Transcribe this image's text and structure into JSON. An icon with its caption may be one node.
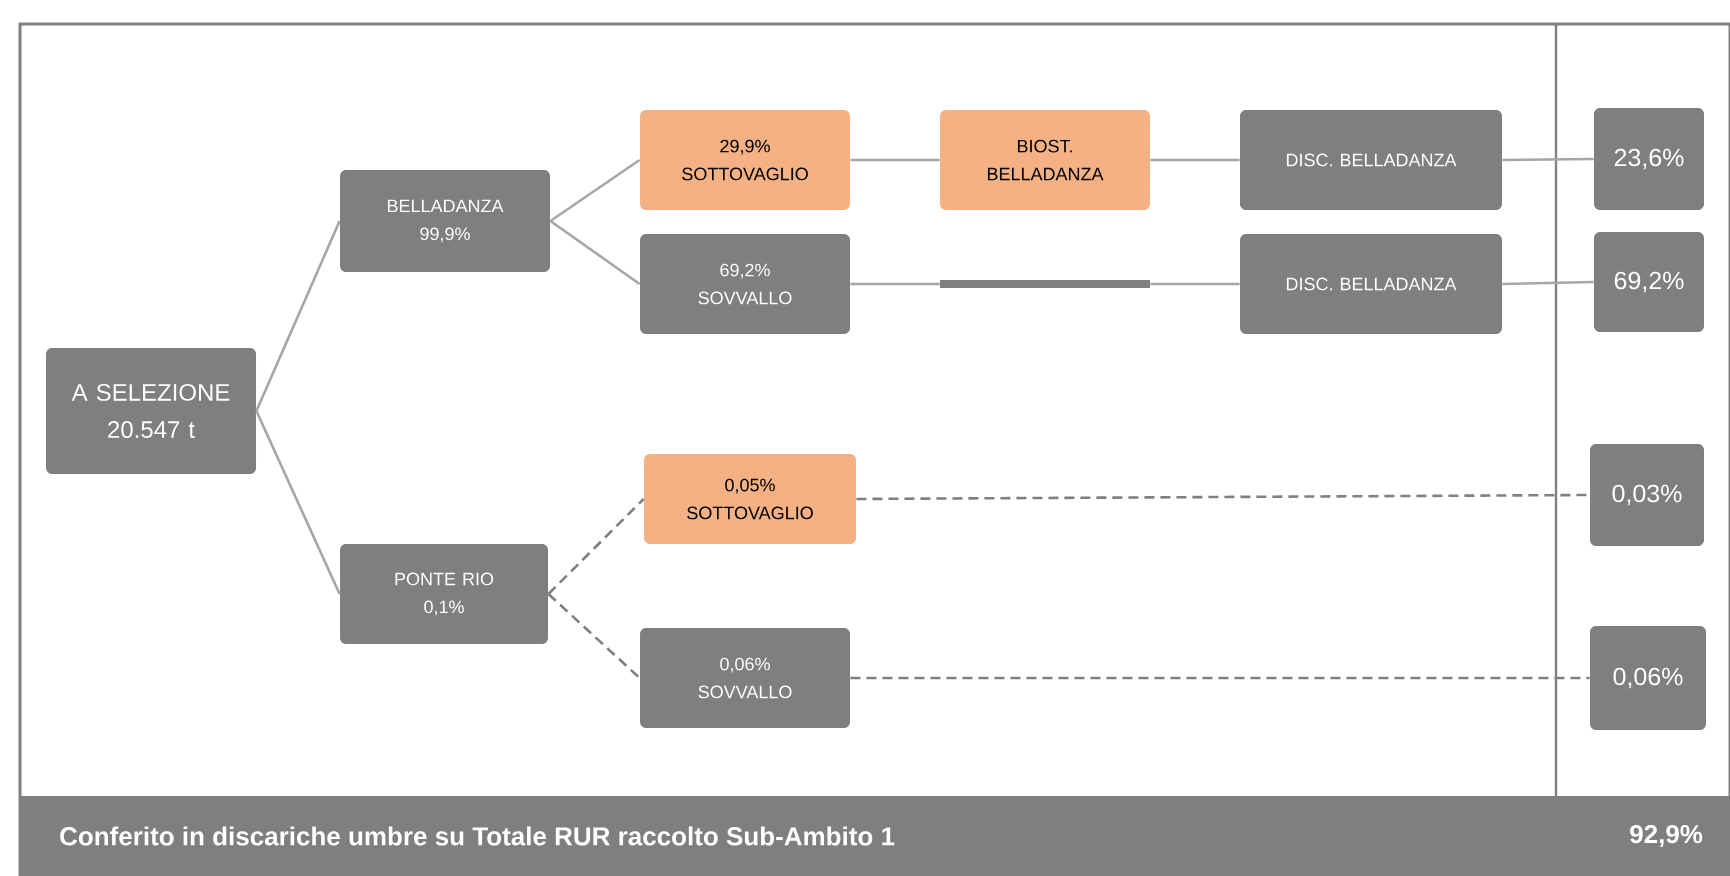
{
  "diagram": {
    "nodes": [
      {
        "text": [
          "A SELEZIONE",
          "20.547 t"
        ]
      },
      {
        "text": [
          "BELLADANZA",
          "99,9%"
        ]
      },
      {
        "text": [
          "29,9%",
          "SOTTOVAGLIO"
        ]
      },
      {
        "text": [
          "BIOST. BELLADANZA"
        ]
      },
      {
        "text": [
          "DISC. BELLADANZA"
        ]
      },
      {
        "text": [
          "23,6%"
        ]
      },
      {
        "text": [
          "69,2%",
          "SOVVALLO"
        ]
      },
      {
        "text": [],
        "shape": "bar"
      },
      {
        "text": [
          "DISC. BELLADANZA"
        ]
      },
      {
        "text": [
          "69,2%"
        ]
      },
      {
        "text": [
          "PONTE RIO",
          "0,1%"
        ]
      },
      {
        "text": [
          "0,05%",
          "SOTTOVAGLIO"
        ]
      },
      {
        "text": [
          "0,03%"
        ]
      },
      {
        "text": [
          "0,06%",
          "SOVVALLO"
        ]
      },
      {
        "text": [
          "0,06%"
        ]
      },
      {
        "text": [
          "Conferito in discariche umbre su Totale RUR raccolto Sub-Ambito 1",
          "92,9%"
        ]
      }
    ],
    "edges": [
      {
        "from": 0,
        "to": 1,
        "arrow": "none"
      },
      {
        "from": 0,
        "to": 10,
        "arrow": "none"
      },
      {
        "from": 1,
        "to": 2,
        "arrow": "none"
      },
      {
        "from": 1,
        "to": 6,
        "arrow": "none"
      },
      {
        "from": 2,
        "to": 3,
        "arrow": "none"
      },
      {
        "from": 3,
        "to": 4,
        "arrow": "none"
      },
      {
        "from": 4,
        "to": 5,
        "arrow": "none"
      },
      {
        "from": 6,
        "to": 7,
        "arrow": "none"
      },
      {
        "from": 7,
        "to": 8,
        "arrow": "none"
      },
      {
        "from": 8,
        "to": 9,
        "arrow": "none"
      },
      {
        "from": 10,
        "to": 11,
        "arrow": "none",
        "style": "dashed"
      },
      {
        "from": 10,
        "to": 13,
        "arrow": "none",
        "style": "dashed"
      },
      {
        "from": 11,
        "to": 12,
        "arrow": "none",
        "style": "dashed"
      },
      {
        "from": 13,
        "to": 14,
        "arrow": "none",
        "style": "dashed"
      }
    ]
  }
}
